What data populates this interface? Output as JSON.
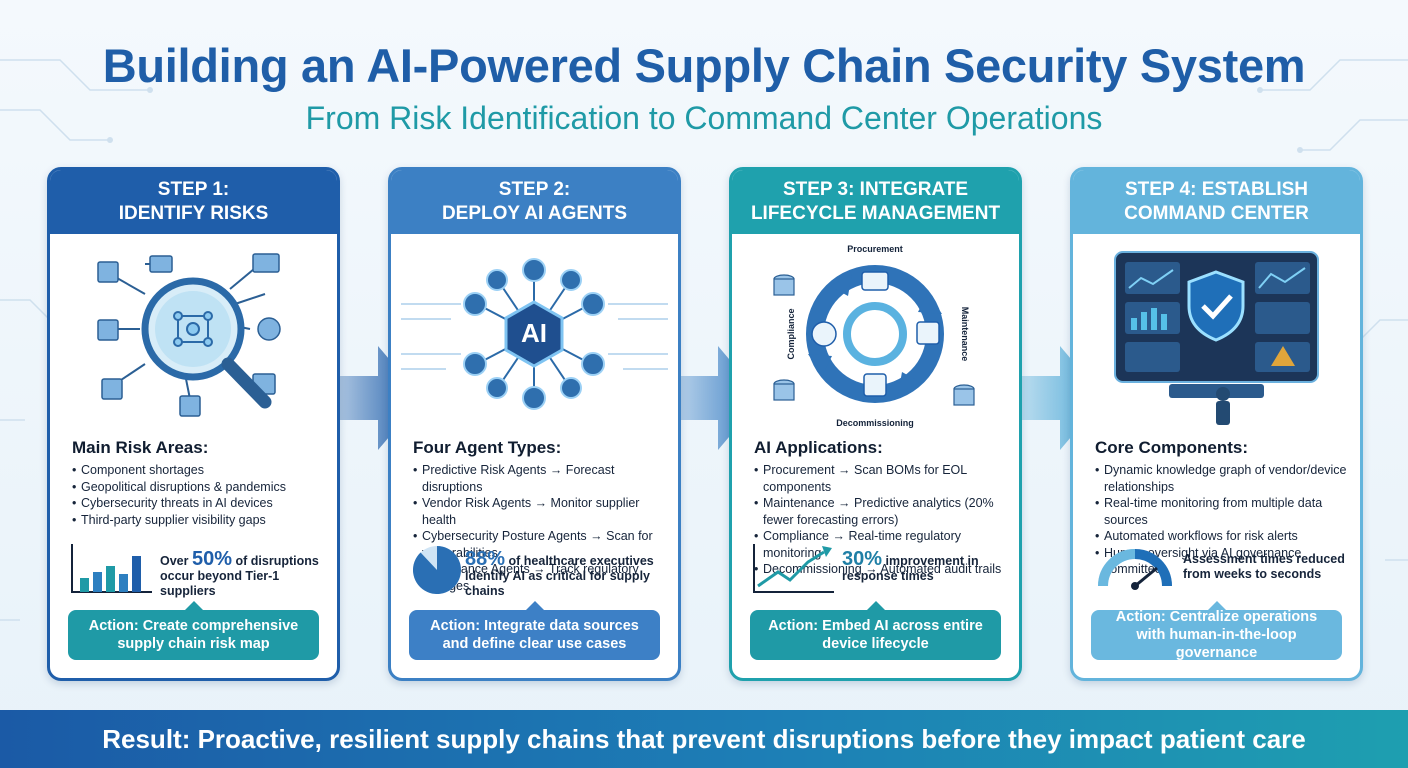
{
  "header": {
    "title": "Building an AI-Powered Supply Chain Security System",
    "subtitle": "From Risk Identification to Command Center Operations"
  },
  "colors": {
    "step1": "#1f5eaa",
    "step2": "#3c80c4",
    "step3": "#1fa1ad",
    "step4": "#63b4dc",
    "action1": "#1f9aa6",
    "action2": "#3d80c6",
    "action3": "#1f9aa6",
    "action4": "#6ab8df"
  },
  "steps": [
    {
      "heading_line1": "STEP 1:",
      "heading_line2": "IDENTIFY RISKS",
      "section_title": "Main Risk Areas:",
      "bullets": [
        "Component shortages",
        "Geopolitical disruptions & pandemics",
        "Cybersecurity threats in AI devices",
        "Third-party supplier visibility gaps"
      ],
      "stat_prefix": "Over",
      "stat_value": "50%",
      "stat_text": "of disruptions occur beyond Tier-1 suppliers",
      "stat_icon": "bar-chart-icon",
      "action": "Action: Create comprehensive supply chain risk map",
      "illustration": "magnifier-network-icon"
    },
    {
      "heading_line1": "STEP 2:",
      "heading_line2": "DEPLOY AI AGENTS",
      "section_title": "Four Agent Types:",
      "bullets": [
        "Predictive Risk Agents → Forecast disruptions",
        "Vendor Risk Agents → Monitor supplier health",
        "Cybersecurity Posture Agents → Scan for vulnerabilities",
        "Compliance Agents → Track regulatory changes"
      ],
      "stat_value": "88%",
      "stat_text": "of healthcare executives identify AI as critical for supply chains",
      "stat_icon": "pie-chart-icon",
      "stat_percent": 88,
      "action": "Action: Integrate data sources and define clear use cases",
      "illustration": "ai-hub-icon",
      "hub_label": "AI"
    },
    {
      "heading_line1": "STEP 3: INTEGRATE",
      "heading_line2": "LIFECYCLE MANAGEMENT",
      "section_title": "AI Applications:",
      "bullets": [
        "Procurement → Scan BOMs for EOL components",
        "Maintenance → Predictive analytics (20% fewer forecasting errors)",
        "Compliance → Real-time regulatory monitoring",
        "Decommissioning → Automated audit trails"
      ],
      "stat_value": "30%",
      "stat_text": "improvement in response times",
      "stat_icon": "trend-up-icon",
      "action": "Action: Embed AI across entire device lifecycle",
      "illustration": "lifecycle-cycle-icon",
      "cycle_labels": {
        "top": "Procurement",
        "right": "Maintenance",
        "bottom": "Decommissioning",
        "left": "Compliance"
      }
    },
    {
      "heading_line1": "STEP 4: ESTABLISH",
      "heading_line2": "COMMAND CENTER",
      "section_title": "Core Components:",
      "bullets": [
        "Dynamic knowledge graph of vendor/device relationships",
        "Real-time monitoring from multiple data sources",
        "Automated workflows for risk alerts",
        "Human oversight via AI governance committee"
      ],
      "stat_value": "",
      "stat_text": "Assessment times reduced from weeks to seconds",
      "stat_icon": "speedometer-icon",
      "action": "Action: Centralize operations with human-in-the-loop governance",
      "illustration": "command-center-icon"
    }
  ],
  "result": "Result: Proactive, resilient supply chains that prevent disruptions before they impact patient care"
}
